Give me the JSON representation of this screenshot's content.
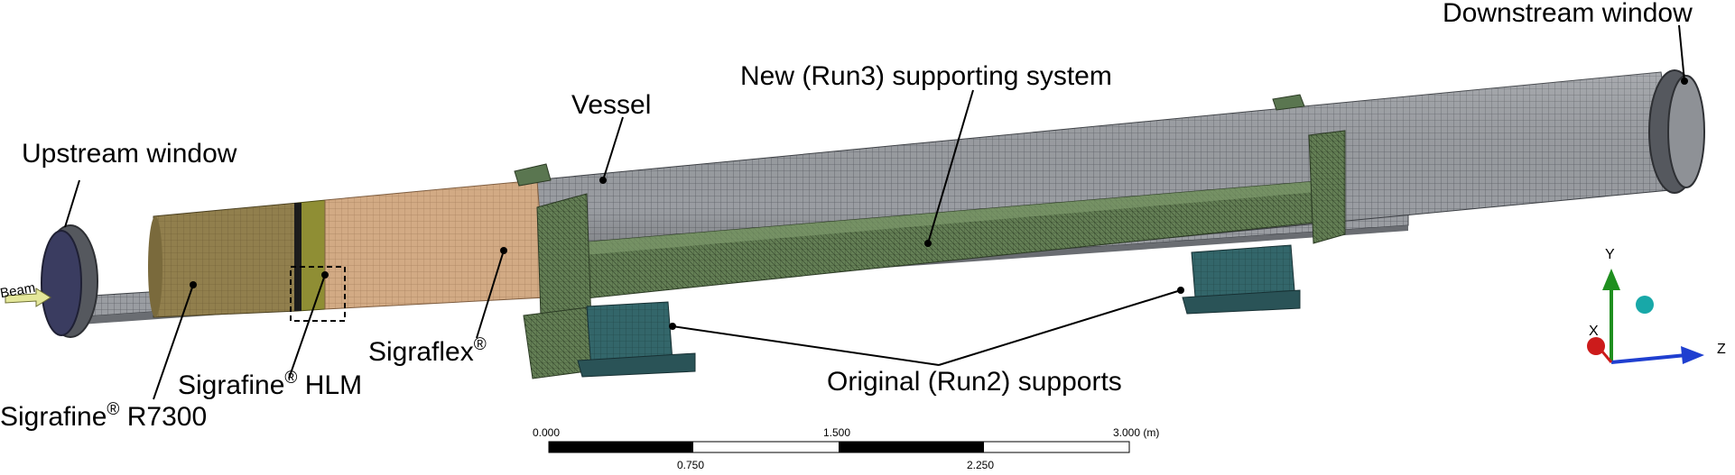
{
  "labels": {
    "downstream_window": "Downstream window",
    "new_supporting_system": "New (Run3) supporting system",
    "vessel": "Vessel",
    "upstream_window": "Upstream window",
    "beam": "Beam",
    "sigraflex": "Sigraflex",
    "sigrafine_hlm": "Sigrafine",
    "sigrafine_hlm_suffix": " HLM",
    "sigrafine_r7300": "Sigrafine",
    "sigrafine_r7300_suffix": " R7300",
    "registered_mark": "®",
    "original_supports": "Original (Run2) supports"
  },
  "scale_bar": {
    "ticks_top": [
      "0.000",
      "1.500",
      "3.000 (m)"
    ],
    "ticks_bottom": [
      "0.750",
      "2.250"
    ]
  },
  "axes_triad": {
    "x_label": "X",
    "y_label": "Y",
    "z_label": "Z",
    "x_color": "#cc1b1b",
    "y_color": "#1f8f1f",
    "z_color": "#1f3fd0",
    "origin_color": "#18a8a8"
  },
  "colors": {
    "mesh_grey": "#8e9196",
    "mesh_dark": "#4a4d52",
    "support_green": "#5f7a52",
    "support_teal": "#2f5e62",
    "sigrafine_r7300": "#8c7a4a",
    "sigrafine_hlm": "#8c8a30",
    "sigraflex": "#c8a07a",
    "beam_arrow": "#e4e79a"
  }
}
